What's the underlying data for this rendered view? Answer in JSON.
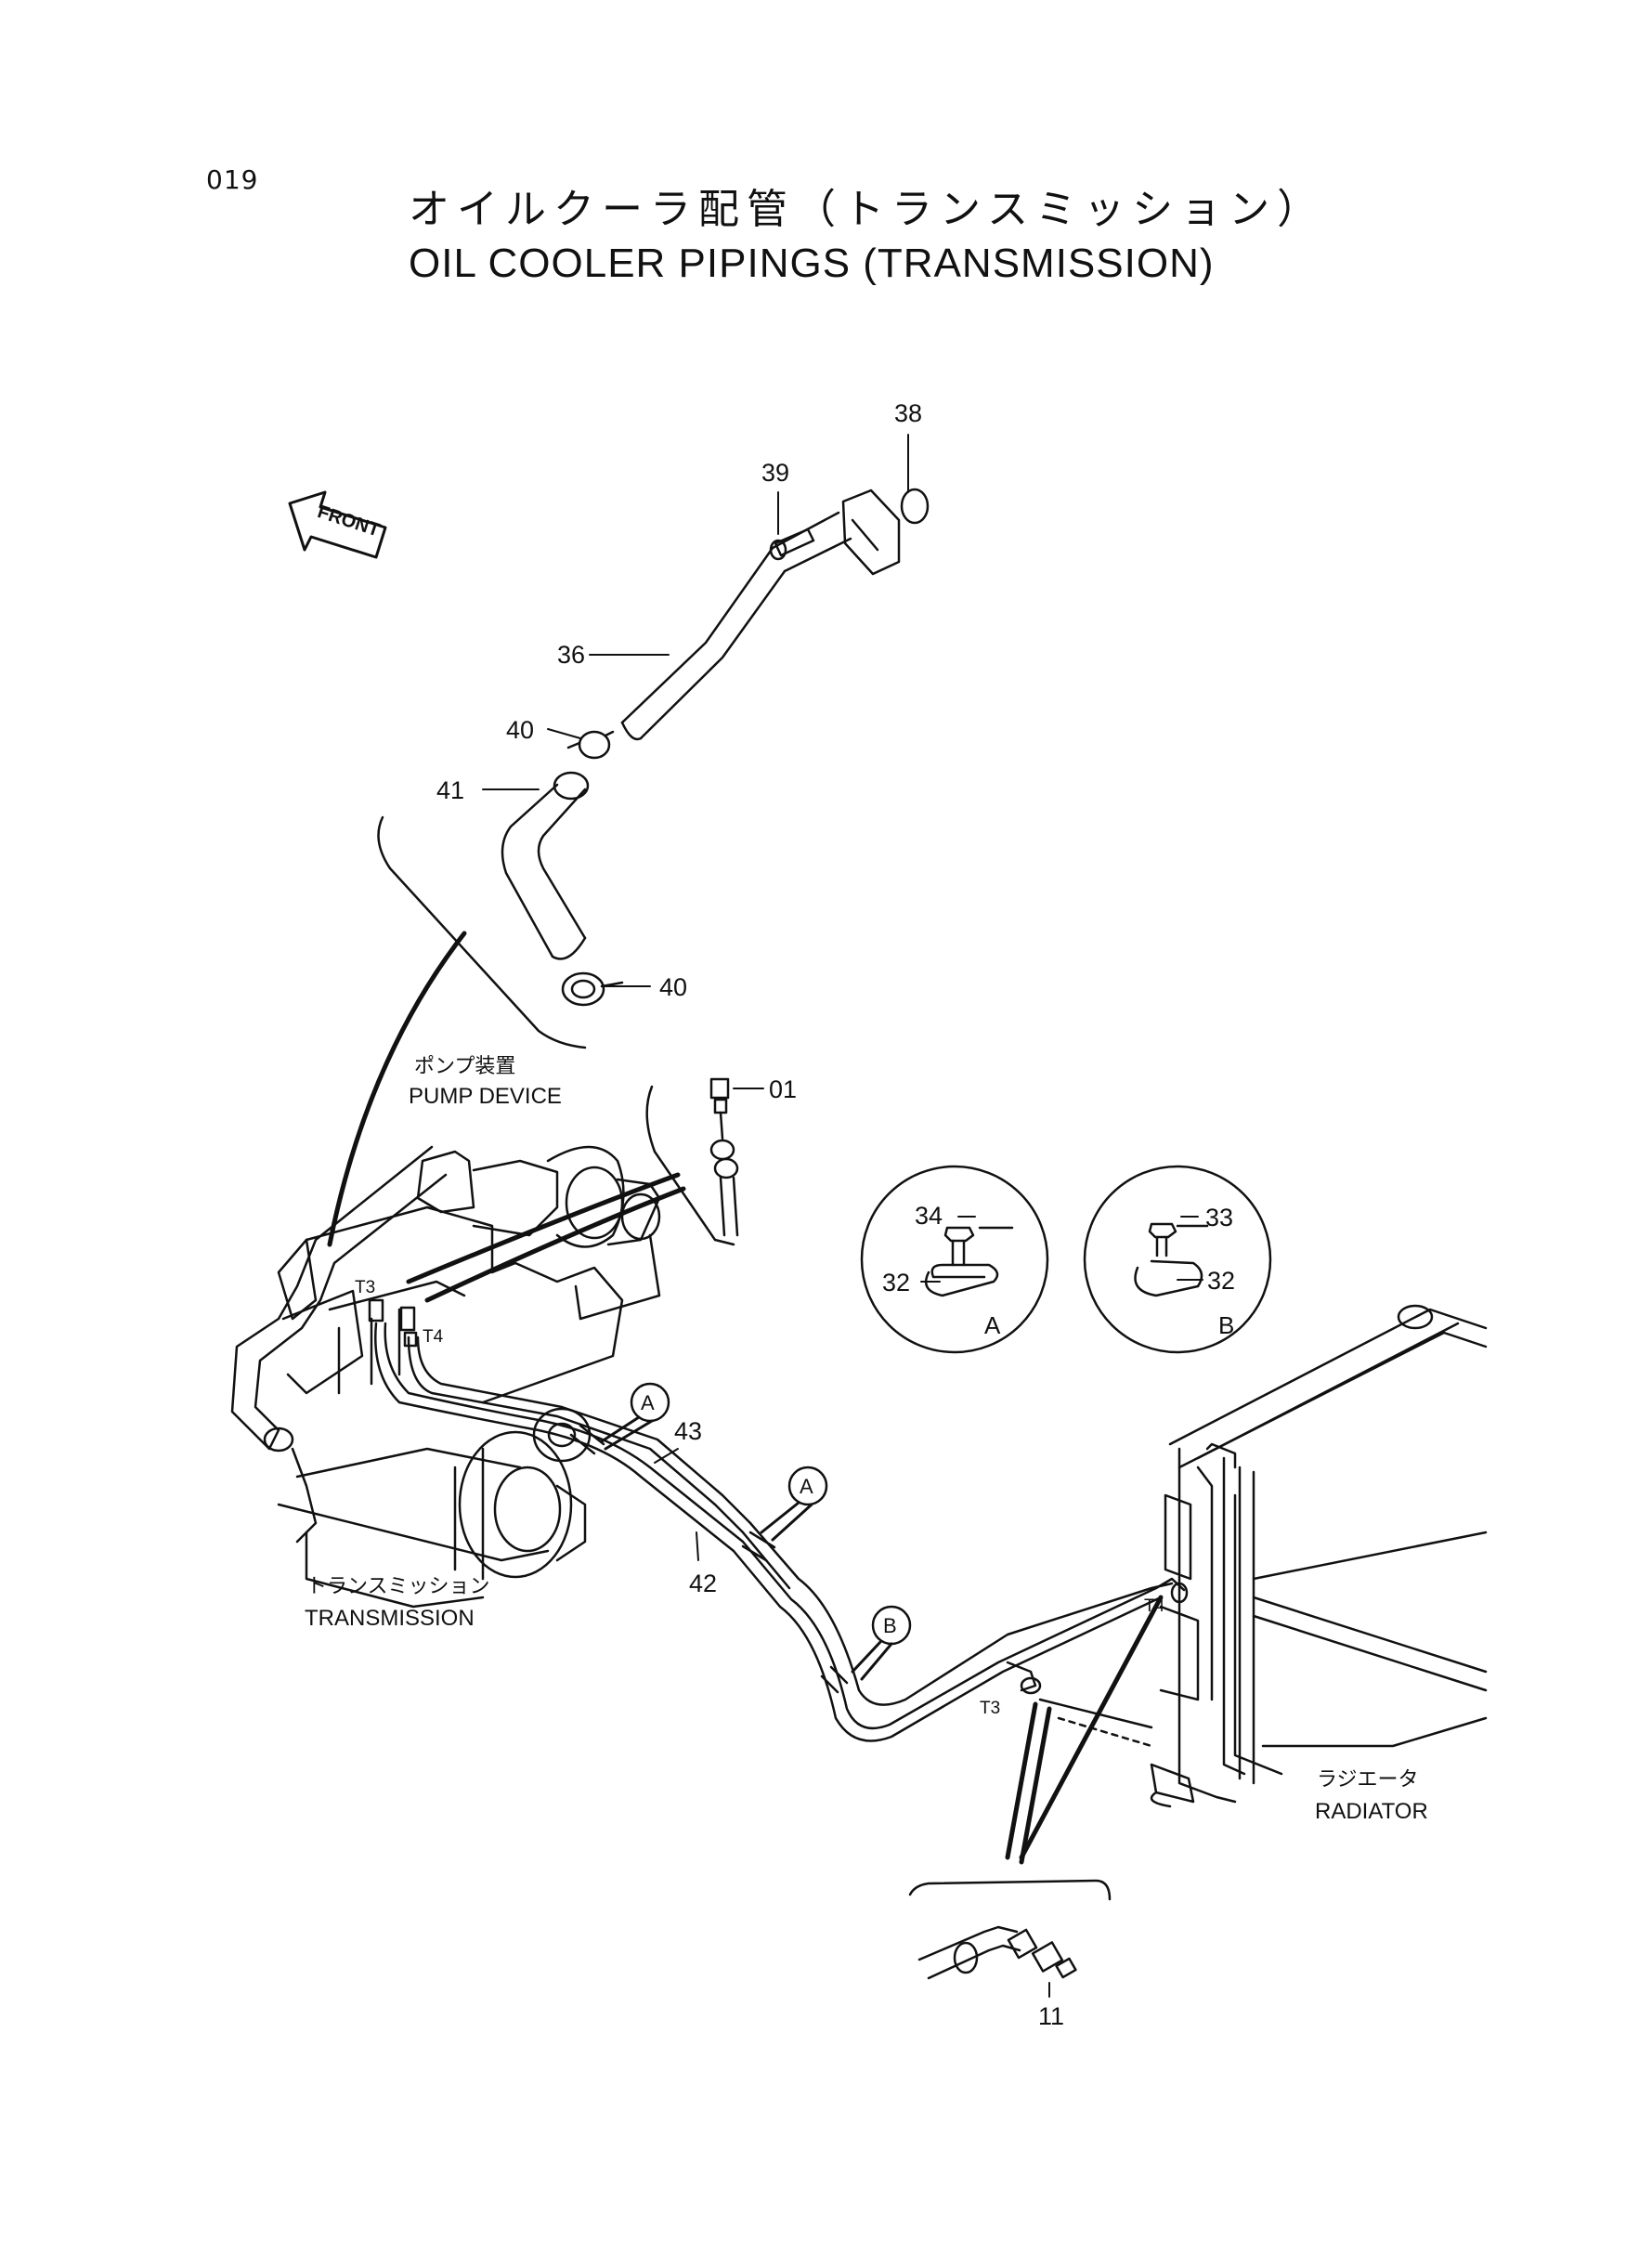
{
  "page_number": "019",
  "title_jp": "オイルクーラ配管（トランスミッション）",
  "title_en": "OIL COOLER PIPINGS (TRANSMISSION)",
  "front_label": "FRONT",
  "assemblies": {
    "pump_jp": "ポンプ装置",
    "pump_en": "PUMP DEVICE",
    "trans_jp": "トランスミッション",
    "trans_en": "TRANSMISSION",
    "rad_jp": "ラジエータ",
    "rad_en": "RADIATOR"
  },
  "parts": {
    "p38": "38",
    "p39": "39",
    "p36": "36",
    "p40a": "40",
    "p41": "41",
    "p40b": "40",
    "p01": "01",
    "p34": "34",
    "p32a": "32",
    "p33": "33",
    "p32b": "32",
    "p43": "43",
    "p42": "42",
    "p11": "11"
  },
  "details": {
    "a": "A",
    "b": "B"
  },
  "ports": {
    "t3": "T3",
    "t4": "T4"
  },
  "callouts": {
    "a1": "A",
    "a2": "A",
    "b1": "B"
  }
}
